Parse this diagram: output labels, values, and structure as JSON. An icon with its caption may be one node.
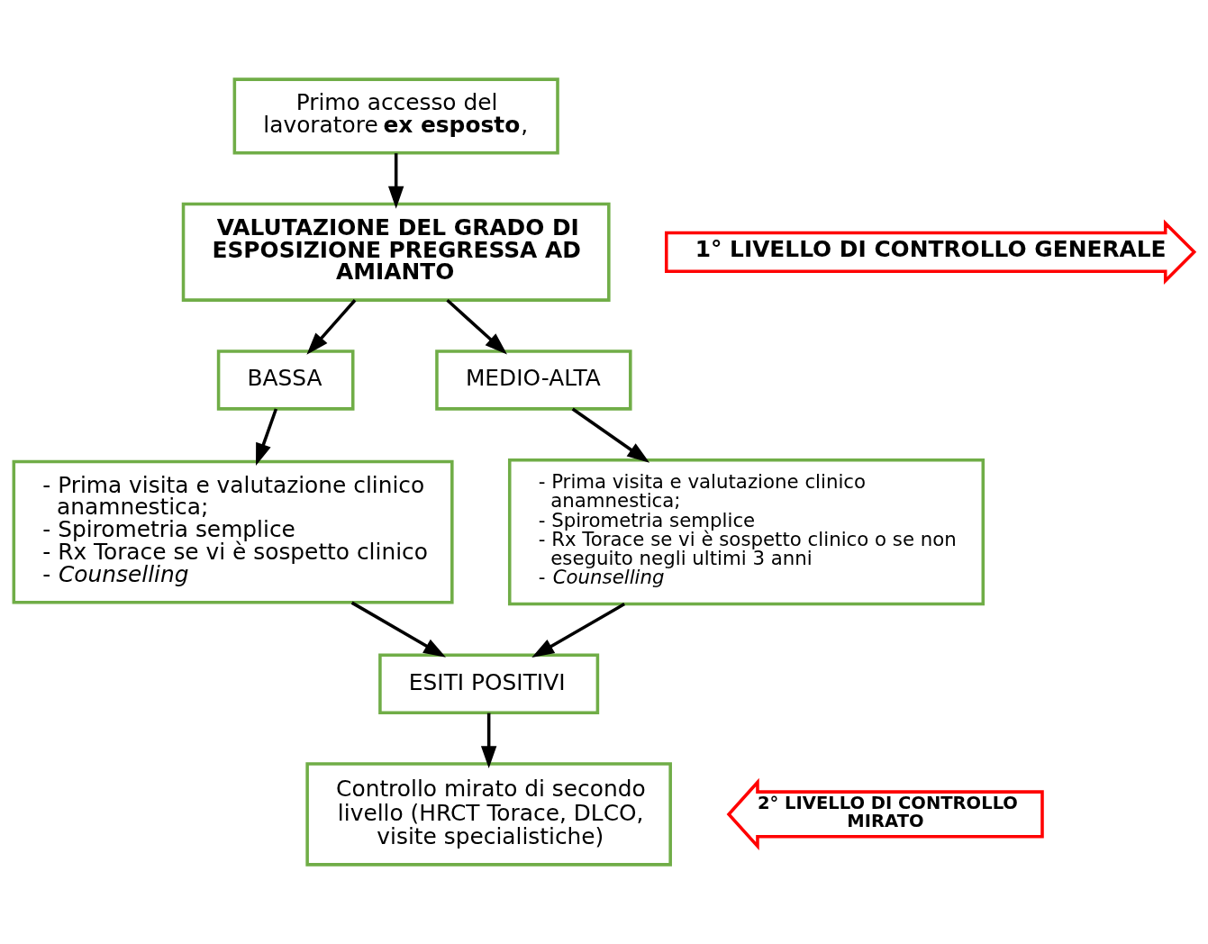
{
  "diagram": {
    "nodes": [
      {
        "text": [
          "Primo accesso del lavoratore **ex esposto**,"
        ]
      },
      {
        "text": [
          "VALUTAZIONE DEL GRADO DI ESPOSIZIONE PREGRESSA AD AMIANTO"
        ]
      },
      {
        "text": [
          "BASSA"
        ]
      },
      {
        "text": [
          "MEDIO-ALTA"
        ]
      },
      {
        "text": [
          "- Prima visita e valutazione clinico anamnestica;",
          "- Spirometria semplice",
          "- Rx Torace se vi è sospetto clinico",
          "- *Counselling*"
        ]
      },
      {
        "text": [
          "- Prima visita e valutazione clinico anamnestica;",
          "- Spirometria semplice",
          "- Rx Torace se vi è sospetto clinico o se non eseguito negli ultimi 3 anni",
          "- *Counselling*"
        ]
      },
      {
        "text": [
          "ESITI POSITIVI"
        ]
      },
      {
        "text": [
          "Controllo mirato di secondo livello (HRCT Torace, DLCO, visite specialistiche)"
        ]
      },
      {
        "text": [
          "1° LIVELLO DI CONTROLLO GENERALE"
        ]
      },
      {
        "text": [
          "2° LIVELLO DI CONTROLLO MIRATO"
        ]
      }
    ],
    "edges": [
      {
        "from": 0,
        "to": 1,
        "arrow": "to"
      },
      {
        "from": 1,
        "to": 2,
        "arrow": "to"
      },
      {
        "from": 1,
        "to": 3,
        "arrow": "to"
      },
      {
        "from": 2,
        "to": 4,
        "arrow": "to"
      },
      {
        "from": 3,
        "to": 5,
        "arrow": "to"
      },
      {
        "from": 4,
        "to": 6,
        "arrow": "to"
      },
      {
        "from": 5,
        "to": 6,
        "arrow": "to"
      },
      {
        "from": 6,
        "to": 7,
        "arrow": "to"
      }
    ]
  }
}
